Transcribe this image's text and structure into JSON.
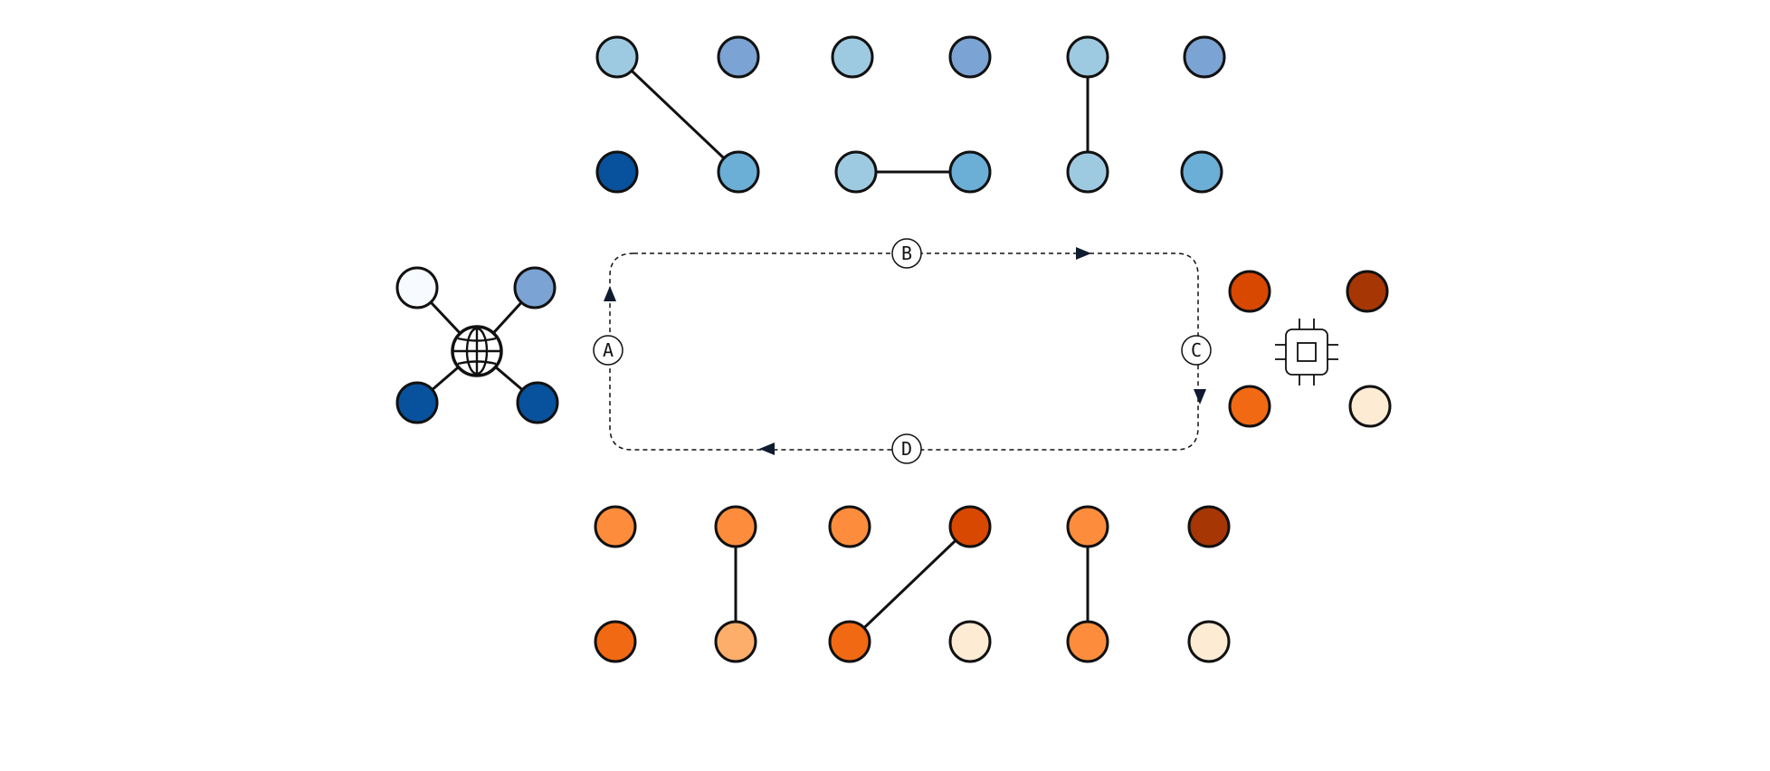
{
  "colors": {
    "blue_very_light": "#f7fbff",
    "blue_light": "#9ecae1",
    "blue_mid": "#6baed6",
    "blue_steel": "#7ba3d3",
    "blue_dark": "#08519c",
    "orange_very_light": "#feebd4",
    "orange_light": "#fdae6b",
    "orange_mid": "#fd8d3c",
    "orange_bright": "#f16913",
    "orange_deep": "#d94801",
    "orange_dark": "#a63603",
    "stroke": "#111111",
    "arrow": "#0f1b2e"
  },
  "icons": {
    "left_hub": "globe-icon",
    "right_hub": "chip-icon"
  },
  "loop": {
    "steps": [
      "A",
      "B",
      "C",
      "D"
    ]
  }
}
